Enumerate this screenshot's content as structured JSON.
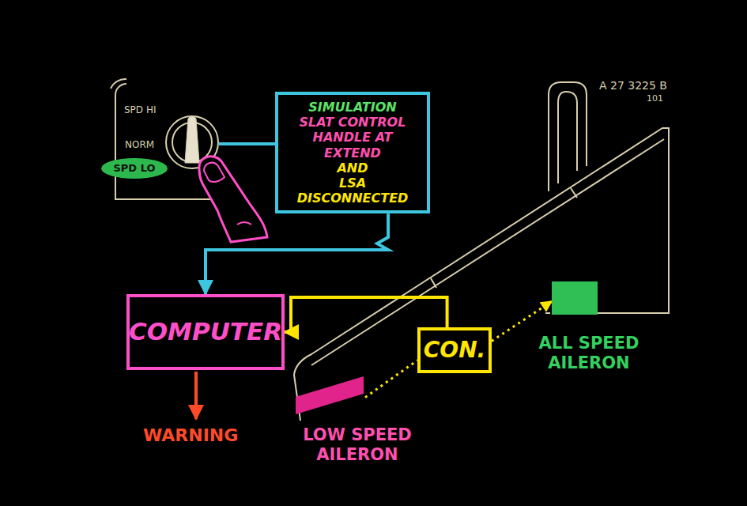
{
  "diagram": {
    "nodes": [
      {
        "text": [
          "SPD LO"
        ]
      },
      {
        "text": [
          "SIMULATION",
          "SLAT CONTROL HANDLE AT EXTEND",
          "AND",
          "LSA DISCONNECTED"
        ]
      },
      {
        "text": [
          "COMPUTER"
        ]
      },
      {
        "text": [
          "CON."
        ]
      },
      {
        "text": [
          "LOW SPEED AILERON"
        ]
      },
      {
        "text": [
          "ALL SPEED AILERON"
        ]
      }
    ],
    "edges": [
      {
        "from": 1,
        "to": 2,
        "arrow": "to"
      },
      {
        "from": 3,
        "to": 2,
        "arrow": "to"
      },
      {
        "from": 4,
        "to": 3,
        "arrow": "none"
      },
      {
        "from": 3,
        "to": 5,
        "arrow": "to"
      }
    ],
    "labels": [
      "SPD HI",
      "NORM",
      "WARNING",
      "A 27 3225 B",
      "101"
    ]
  }
}
